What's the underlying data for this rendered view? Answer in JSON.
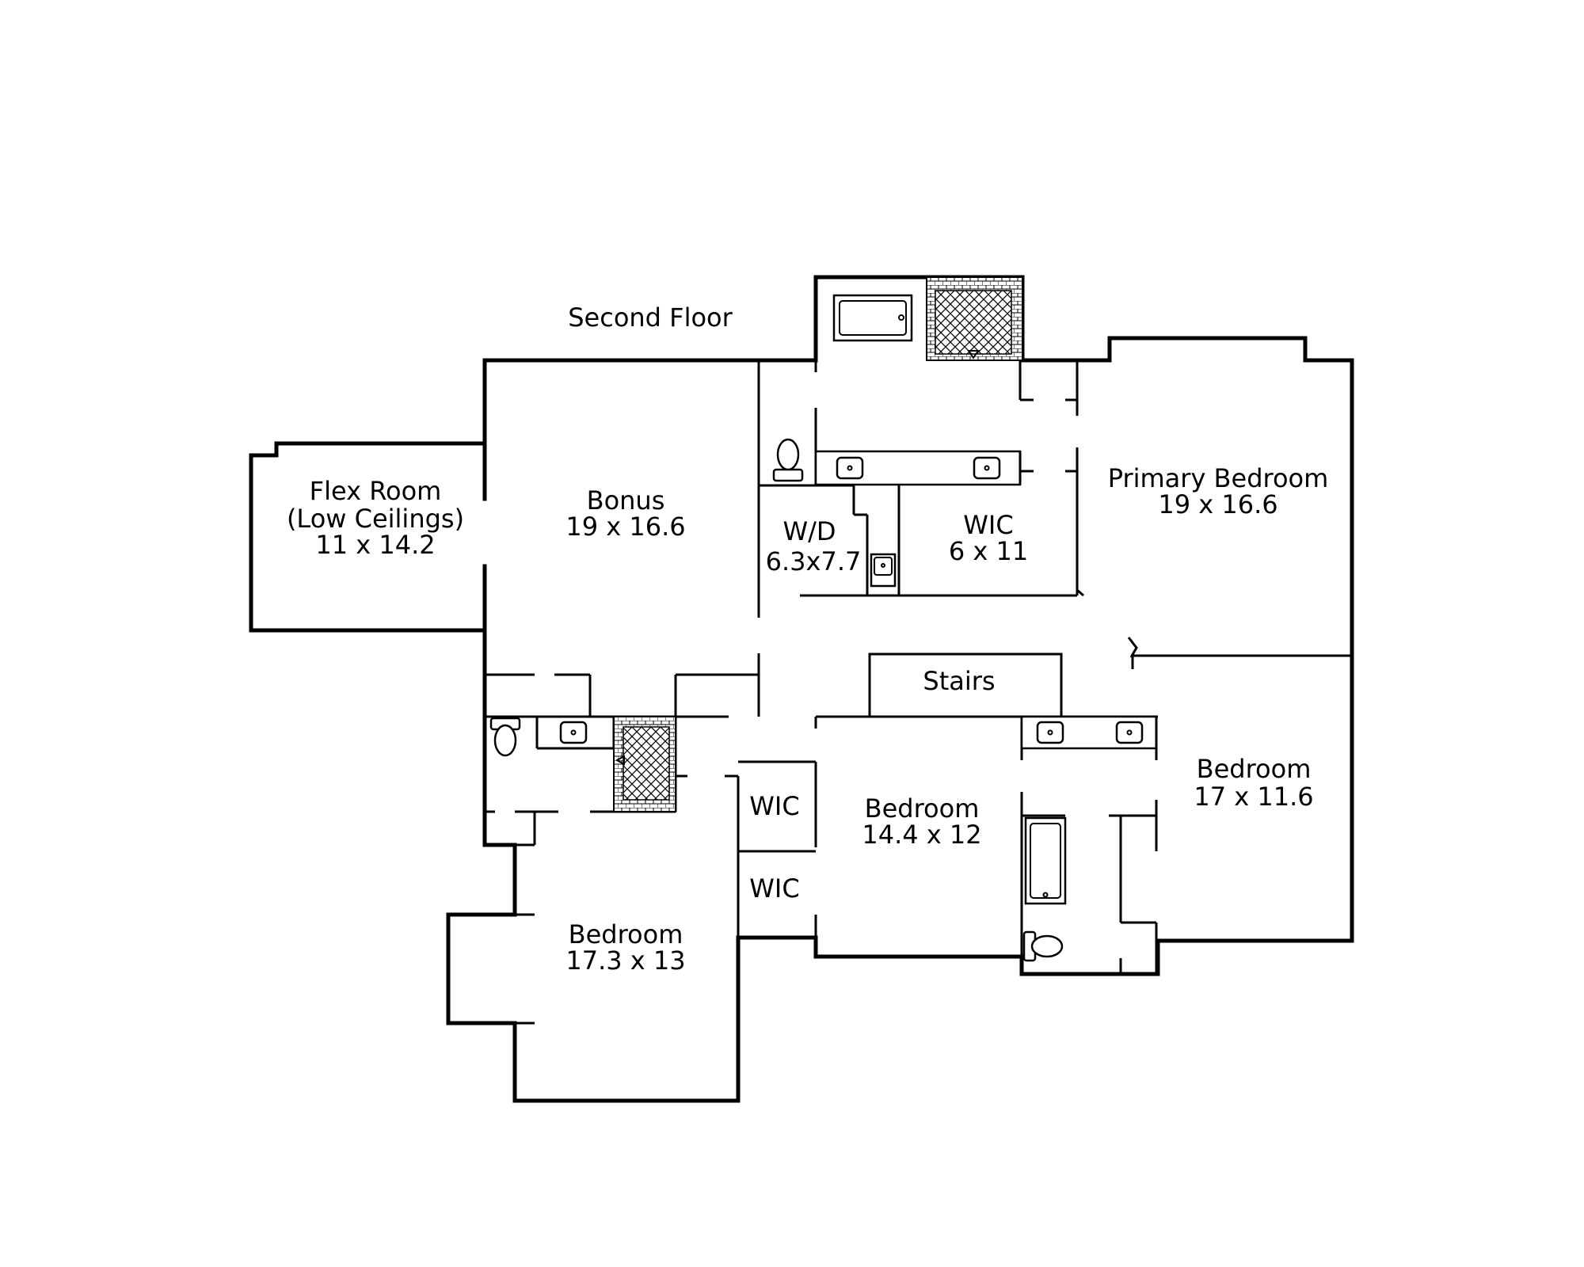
{
  "floor_title": "Second Floor",
  "rooms": {
    "flex_room": {
      "name": "Flex Room",
      "note": "(Low Ceilings)",
      "dims": "11 x 14.2"
    },
    "bonus": {
      "name": "Bonus",
      "dims": "19 x 16.6"
    },
    "wd": {
      "name": "W/D",
      "dims": "6.3x7.7"
    },
    "wic_primary": {
      "name": "WIC",
      "dims": "6 x 11"
    },
    "primary_bedroom": {
      "name": "Primary Bedroom",
      "dims": "19 x 16.6"
    },
    "stairs": {
      "name": "Stairs"
    },
    "bedroom_east": {
      "name": "Bedroom",
      "dims": "17 x 11.6"
    },
    "bedroom_middle": {
      "name": "Bedroom",
      "dims": "14.4 x 12"
    },
    "wic_upper": {
      "name": "WIC"
    },
    "wic_lower": {
      "name": "WIC"
    },
    "bedroom_southwest": {
      "name": "Bedroom",
      "dims": "17.3 x 13"
    }
  }
}
